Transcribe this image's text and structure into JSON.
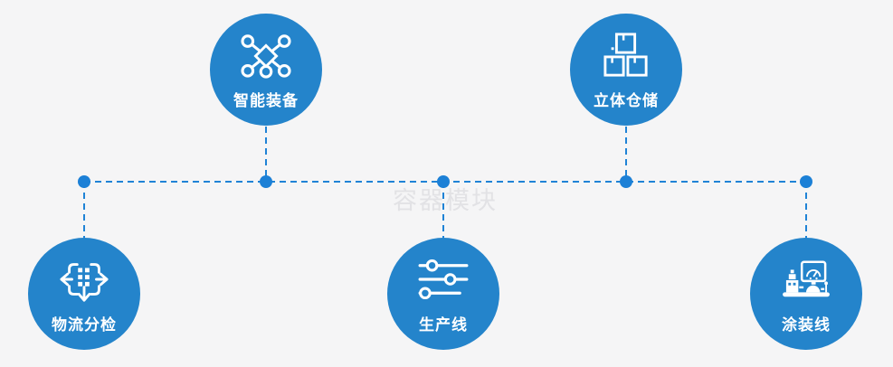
{
  "watermark": {
    "text": "容器模块"
  },
  "colors": {
    "background": "#f5f5f6",
    "circle": "#2484cb",
    "connector": "#1f83d6",
    "dot": "#1c80d6",
    "icon": "#ffffff",
    "label": "#ffffff",
    "watermark": "#e2e2e5"
  },
  "nodes": [
    {
      "label": "智能装备",
      "icon": "network-nodes-icon",
      "position": "top-left"
    },
    {
      "label": "立体仓储",
      "icon": "stacked-boxes-icon",
      "position": "top-right"
    },
    {
      "label": "物流分检",
      "icon": "sorting-arrows-icon",
      "position": "bottom-left"
    },
    {
      "label": "生产线",
      "icon": "sliders-icon",
      "position": "bottom-center"
    },
    {
      "label": "涂装线",
      "icon": "control-console-icon",
      "position": "bottom-right"
    }
  ]
}
